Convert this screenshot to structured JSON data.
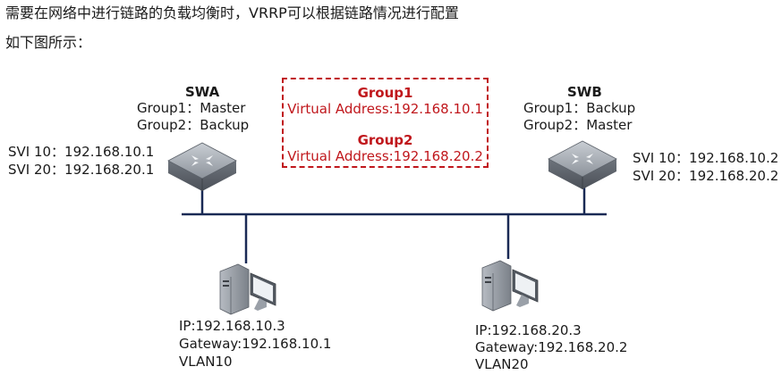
{
  "intro": {
    "line1": "需要在网络中进行链路的负载均衡时，VRRP可以根据链路情况进行配置",
    "line2": "如下图所示："
  },
  "swa": {
    "name": "SWA",
    "group1": "Group1：Master",
    "group2": "Group2：Backup",
    "svi10": "SVI 10：192.168.10.1",
    "svi20": "SVI 20：192.168.20.1"
  },
  "swb": {
    "name": "SWB",
    "group1": "Group1：Backup",
    "group2": "Group2：Master",
    "svi10": "SVI 10：192.168.10.2",
    "svi20": "SVI 20：192.168.20.2"
  },
  "vip": {
    "group1_title": "Group1",
    "group1_address": "Virtual  Address:192.168.10.1",
    "group2_title": "Group2",
    "group2_address": "Virtual  Address:192.168.20.2"
  },
  "pc1": {
    "ip": "IP:192.168.10.3",
    "gateway": "Gateway:192.168.10.1",
    "vlan": "VLAN10"
  },
  "pc2": {
    "ip": "IP:192.168.20.3",
    "gateway": "Gateway:192.168.20.2",
    "vlan": "VLAN20"
  },
  "colors": {
    "accent_red": "#c0171c",
    "bus_line": "#1a2a55",
    "switch_body": "#8a9099"
  },
  "icons": [
    "switch-icon",
    "pc-icon"
  ]
}
